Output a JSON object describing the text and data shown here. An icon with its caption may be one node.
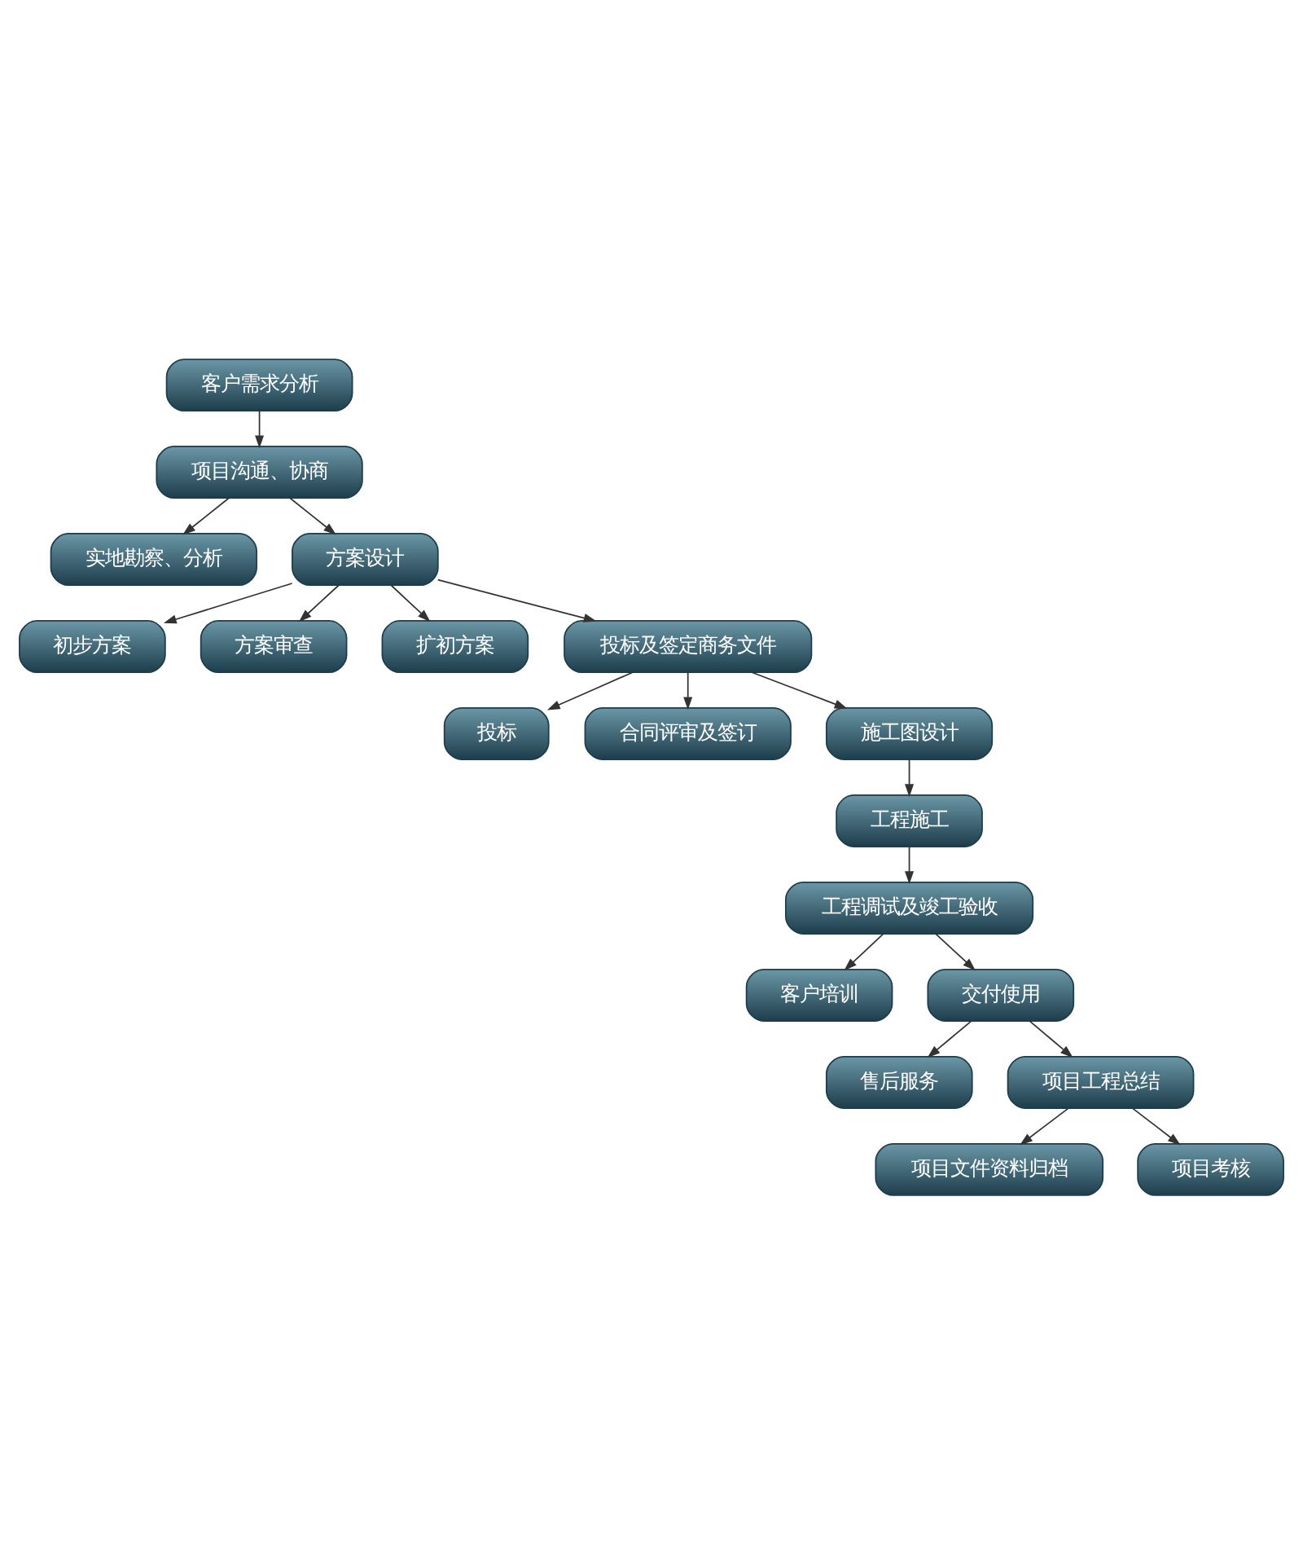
{
  "diagram": {
    "nodes": [
      {
        "text": [
          "客户需求分析"
        ]
      },
      {
        "text": [
          "项目沟通、协商"
        ]
      },
      {
        "text": [
          "实地勘察、分析"
        ]
      },
      {
        "text": [
          "方案设计"
        ]
      },
      {
        "text": [
          "初步方案"
        ]
      },
      {
        "text": [
          "方案审查"
        ]
      },
      {
        "text": [
          "扩初方案"
        ]
      },
      {
        "text": [
          "投标及签定商务文件"
        ]
      },
      {
        "text": [
          "投标"
        ]
      },
      {
        "text": [
          "合同评审及签订"
        ]
      },
      {
        "text": [
          "施工图设计"
        ]
      },
      {
        "text": [
          "工程施工"
        ]
      },
      {
        "text": [
          "工程调试及竣工验收"
        ]
      },
      {
        "text": [
          "客户培训"
        ]
      },
      {
        "text": [
          "交付使用"
        ]
      },
      {
        "text": [
          "售后服务"
        ]
      },
      {
        "text": [
          "项目工程总结"
        ]
      },
      {
        "text": [
          "项目文件资料归档"
        ]
      },
      {
        "text": [
          "项目考核"
        ]
      }
    ],
    "edges": [
      {
        "from": 0,
        "to": 1,
        "arrow": "to"
      },
      {
        "from": 1,
        "to": 2,
        "arrow": "to"
      },
      {
        "from": 1,
        "to": 3,
        "arrow": "to"
      },
      {
        "from": 3,
        "to": 4,
        "arrow": "to"
      },
      {
        "from": 3,
        "to": 5,
        "arrow": "to"
      },
      {
        "from": 3,
        "to": 6,
        "arrow": "to"
      },
      {
        "from": 3,
        "to": 7,
        "arrow": "to"
      },
      {
        "from": 7,
        "to": 8,
        "arrow": "to"
      },
      {
        "from": 7,
        "to": 9,
        "arrow": "to"
      },
      {
        "from": 7,
        "to": 10,
        "arrow": "to"
      },
      {
        "from": 10,
        "to": 11,
        "arrow": "to"
      },
      {
        "from": 11,
        "to": 12,
        "arrow": "to"
      },
      {
        "from": 12,
        "to": 13,
        "arrow": "to"
      },
      {
        "from": 12,
        "to": 14,
        "arrow": "to"
      },
      {
        "from": 14,
        "to": 15,
        "arrow": "to"
      },
      {
        "from": 14,
        "to": 16,
        "arrow": "to"
      },
      {
        "from": 16,
        "to": 17,
        "arrow": "to"
      },
      {
        "from": 16,
        "to": 18,
        "arrow": "to"
      }
    ]
  }
}
